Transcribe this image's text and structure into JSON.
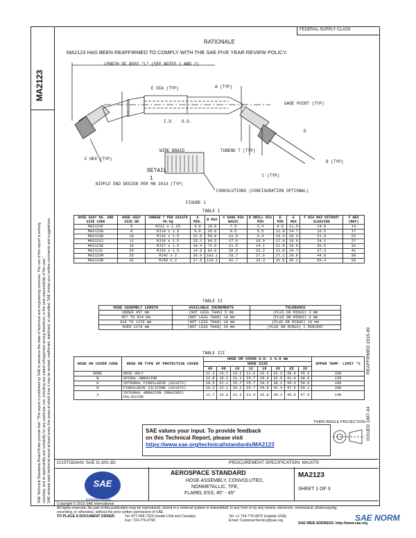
{
  "header": {
    "type_label": "FEDERAL SUPPLY CLASS",
    "doc_number_side": "MA2123",
    "rationale_title": "RATIONALE",
    "rationale_text": "MA2123 HAS BEEN REAFFIRMED TO COMPLY WITH THE SAE FIVE YEAR REVIEW POLICY."
  },
  "side_notice": {
    "line1": "SAE Technical Standards Board Rules provide that: \"This report is published by SAE to advance the state of technical and engineering sciences. The use of this report is entirely",
    "line2": "voluntary, and its applicability and suitability for any particular use, including any patent infringement arising therefrom, is the sole responsibility of the user.\"",
    "line3": "SAE reviews each technical report at least every five years at which time it may be revised, reaffirmed, stabilized, or cancelled. SAE invites your written comments and suggestions."
  },
  "right_margin": {
    "reaffirmed": "REAFFIRMED 2015-09",
    "issued": "ISSUED 1987-04"
  },
  "figure": {
    "labels": {
      "length": "LENGTH OF ASSY \"L\" (SEE NOTES 1 AND 2)",
      "a_typ": "A (TYP)",
      "e_dia": "E DIA (TYP)",
      "id": "I.D.",
      "od": "O.D.",
      "gage_point": "GAGE POINT (TYP)",
      "d": "D",
      "f_hex": "F HEX (TYP)",
      "wire_braid": "WIRE BRAID",
      "tubend": "TUBEND T (TYP)",
      "detail": "DETAIL",
      "detail_num": "1",
      "nipple": "NIPPLE END DESIGN PER MA 2014 (TYP)",
      "convolutions": "CONVOLUTIONS (CONFIGURATION OPTIONAL)",
      "c_typ": "C (TYP)",
      "b_typ": "B (TYP)",
      "figure_title": "FIGURE 1"
    }
  },
  "table1": {
    "title": "TABLE I",
    "headers": [
      "HOSE ASSY NO. AND SIZE CODE",
      "HOSE ASSY SIZE DN",
      "THREAD T PER AS1370 4h-6g",
      "A MIN.",
      "B MAX",
      "C GAGE DIA BASIC",
      "D DRILL DIA MIN",
      "E MIN",
      "E MAX",
      "F DIA MAX WITHOUT SLEEVING",
      "F HEX (REF)"
    ],
    "rows": [
      [
        "MA2123F",
        "6",
        "MJ12 x 1.25",
        "4.0",
        "19.9",
        "7.5",
        "3.4",
        "9.9",
        "11.5",
        "14.0",
        "14"
      ],
      [
        "MA2123G",
        "8",
        "MJ14 x 1.5",
        "9.0",
        "26.6",
        "9.5",
        "5.5",
        "11.9",
        "14.7",
        "16.5",
        "17"
      ],
      [
        "MA2123H",
        "10",
        "MJ16 x 1.5",
        "12.9",
        "54.9",
        "11.5",
        "6.4",
        "14.4",
        "16.2",
        "21.0",
        "22"
      ],
      [
        "MA2123J",
        "12",
        "MJ18 x 1.5",
        "15.2",
        "64.5",
        "17.6",
        "10.9",
        "17.8",
        "19.6",
        "24.1",
        "27"
      ],
      [
        "MA2123K",
        "16",
        "MJ27 x 1.5",
        "19.4",
        "72.9",
        "21.5",
        "14.1",
        "22.9",
        "19.6",
        "30.5",
        "32"
      ],
      [
        "MA2123L",
        "20",
        "MJ33 x 1.5",
        "14.8",
        "83.0",
        "26.6",
        "23.2",
        "22.9",
        "24.7",
        "37.3",
        "41"
      ],
      [
        "MA2123M",
        "25",
        "MJ42 x 2",
        "30.9",
        "103.1",
        "33.7",
        "27.6",
        "27.1",
        "29.8",
        "44.0",
        "50"
      ],
      [
        "MA2123N",
        "32",
        "MJ50 x 2",
        "37.5",
        "116.1",
        "41.7",
        "33.3",
        "31.5",
        "35.1",
        "50.4",
        "59"
      ]
    ]
  },
  "table2": {
    "title": "TABLE II",
    "headers": [
      "HOSE ASSEMBLY LENGTH",
      "AVAILABLE INCREMENTS",
      "TOLERANCE"
    ],
    "rows": [
      [
        "UNDER 457 mm",
        "(NOT LESS THAN) 5 mm",
        "(PLUS OR MINUS) 3 mm"
      ],
      [
        "457 TO 914 mm",
        "(NOT LESS THAN) 10 mm",
        "(PLUS OR MINUS) 6 mm"
      ],
      [
        "914 TO 1270 mm",
        "(NOT LESS THAN) 10 mm",
        "(PLUS OR MINUS) 10 mm"
      ],
      [
        "OVER 1270 mm",
        "(NOT LESS THAN) 20 mm",
        "(PLUS OR MINUS) 1 PERCENT"
      ]
    ]
  },
  "table3": {
    "title": "TABLE III",
    "head_left": "HOSE OR COVER CODE",
    "head_type": "HOSE OR TYPE OF PROTECTIVE COVER",
    "head_od": "HOSE OR COVER O.D. ± 0.8 mm",
    "head_size": "HOSE SIZE",
    "head_temp": "UPPER TEMP. LIMIT °C",
    "sizes": [
      "06",
      "08",
      "10",
      "12",
      "16",
      "20",
      "25",
      "32"
    ],
    "rows": [
      [
        "NONE",
        "HOSE ONLY",
        "11.3",
        "14.1",
        "16.2",
        "21.6",
        "26.0",
        "32.3",
        "38.8",
        "45.5",
        "260"
      ],
      [
        "B",
        "SPIRAL ABRASION",
        "12.8",
        "16.1",
        "21.1",
        "23.7",
        "29.0",
        "32.6",
        "41.4",
        "48.0",
        "135"
      ],
      [
        "G",
        "INTEGRAL FIRESLEEVE (AS1072)",
        "19.5",
        "21.1",
        "25.7",
        "25.7",
        "34.5",
        "38.2",
        "44.4",
        "50.0",
        "200"
      ],
      [
        "N",
        "FIRESLEEVE SILICONE (AS1072)",
        "19.3",
        "22.1",
        "26.2",
        "25.7",
        "34.8",
        "41.4",
        "47.5",
        "54.1",
        "200"
      ],
      [
        "X",
        "INTEGRAL ABRASION (BRAIDED) POLYESTER",
        "12.7",
        "15.0",
        "21.3",
        "23.4",
        "25.8",
        "34.2",
        "49.6",
        "47.5",
        "149"
      ]
    ]
  },
  "projection": "THIRD ANGLE PROJECTION",
  "feedback": {
    "line1": "SAE values your input. To provide feedback",
    "line2": "on this Technical Report, please visit",
    "link": "https://www.sae.org/technical/standards/MA2123"
  },
  "footer": {
    "custodian": "CUSTODIAN: SAE G-3/G-3D",
    "procurement": "PROCUREMENT SPECIFICATION: MA2079",
    "logo_text": "SAE",
    "logo_sub": "INTERNATIONAL",
    "standard_type": "AEROSPACE STANDARD",
    "title_line1": "HOSE ASSEMBLY, CONVOLUTED,",
    "title_line2": "NONMETALLIC, TFE,",
    "title_line3": "FLAREL ESS, 45° - 45°",
    "doc_number": "MA2123",
    "sheet": "SHEET 1 OF 3",
    "copyright": "Copyright © 2015 SAE International",
    "rights": "All rights reserved. No part of this publication may be reproduced, stored in a retrieval system or transmitted, in any form or by any means, electronic, mechanical, photocopying,",
    "rights2": "recording, or otherwise, without the prior written permission of SAE.",
    "order": "TO PLACE A DOCUMENT ORDER:",
    "tel": "Tel: 877-606-7323 (inside USA and Canada)",
    "tel2": "Tel: +1 724-776-4970 (outside USA)",
    "fax": "Fax: 724-776-0790",
    "email": "Email: CustomerService@sae.org",
    "web": "SAE WEB ADDRESS: http://www.sae.org",
    "watermark": "SAE NORM"
  }
}
